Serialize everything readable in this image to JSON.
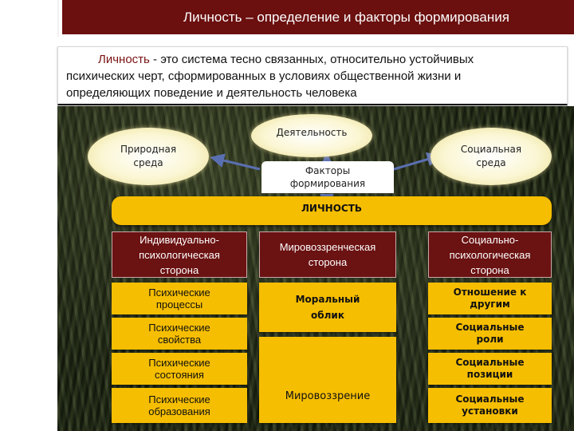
{
  "header": {
    "title": "Личность – определение и факторы формирования"
  },
  "definition": {
    "term": "Личность",
    "line1": " - это система тесно связанных, относительно устойчивых",
    "line2": "психических черт, сформированных в условиях общественной жизни и",
    "line3": "определяющих поведение и деятельность человека"
  },
  "diagram": {
    "nature": "Природная среда",
    "activity": "Деятельность",
    "social": "Социальная среда",
    "factors": "Факторы формирования",
    "personality": "ЛИЧНОСТЬ"
  },
  "columns": {
    "left": {
      "header": "Индивидуально-психологическая сторона",
      "items": [
        "Психические процессы",
        "Психические свойства",
        "Психические состояния",
        "Психические образования"
      ]
    },
    "middle": {
      "header": "Мировоззренческая сторона",
      "items": [
        "Моральный облик",
        "Мировоззрение"
      ]
    },
    "right": {
      "header": "Социально-психологическая сторона",
      "items": [
        "Отношение к другим",
        "Социальные роли",
        "Социальные позиции",
        "Социальные установки"
      ]
    }
  },
  "colors": {
    "maroon": "#6b0f0f",
    "gold": "#f6be00",
    "cream": "#fbf6d3"
  }
}
